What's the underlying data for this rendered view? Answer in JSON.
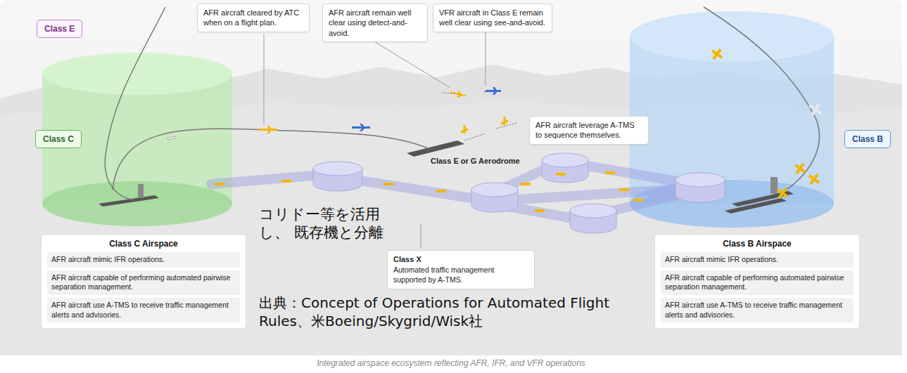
{
  "diagram": {
    "caption": "Integrated airspace ecosystem reflecting AFR, IFR, and VFR operations",
    "nodes": [
      {
        "text": [
          "Class E"
        ]
      },
      {
        "text": [
          "AFR aircraft cleared by ATC when on a flight plan."
        ]
      },
      {
        "text": [
          "AFR aircraft remain well clear using detect-and-avoid."
        ]
      },
      {
        "text": [
          "VFR aircraft in Class E remain well clear using see-and-avoid."
        ]
      },
      {
        "text": [
          "Class C"
        ]
      },
      {
        "text": [
          "AFR aircraft leverage A-TMS to sequence themselves."
        ]
      },
      {
        "text": [
          "Class B"
        ]
      },
      {
        "text": [
          "Class C Airspace"
        ]
      },
      {
        "text": [
          "AFR aircraft mimic IFR operations."
        ],
        "in": 7
      },
      {
        "text": [
          "AFR aircraft capable of performing automated pairwise separation management."
        ],
        "in": 7
      },
      {
        "text": [
          "AFR aircraft use A-TMS to receive traffic management alerts and advisories."
        ],
        "in": 7
      },
      {
        "text": [
          "Class X",
          "Automated traffic management supported by A-TMS."
        ]
      },
      {
        "text": [
          "Class B Airspace"
        ]
      },
      {
        "text": [
          "AFR aircraft mimic IFR operations."
        ],
        "in": 12
      },
      {
        "text": [
          "AFR aircraft capable of performing automated pairwise separation management."
        ],
        "in": 12
      },
      {
        "text": [
          "AFR aircraft use A-TMS to receive traffic management alerts and advisories."
        ],
        "in": 12
      }
    ],
    "labels": [
      "Class E or G Aerodrome",
      "コリドー等を活用し、 既存機と分離",
      "出典：Concept of Operations for Automated Flight Rules、米Boeing/Skygrid/Wisk社"
    ]
  }
}
